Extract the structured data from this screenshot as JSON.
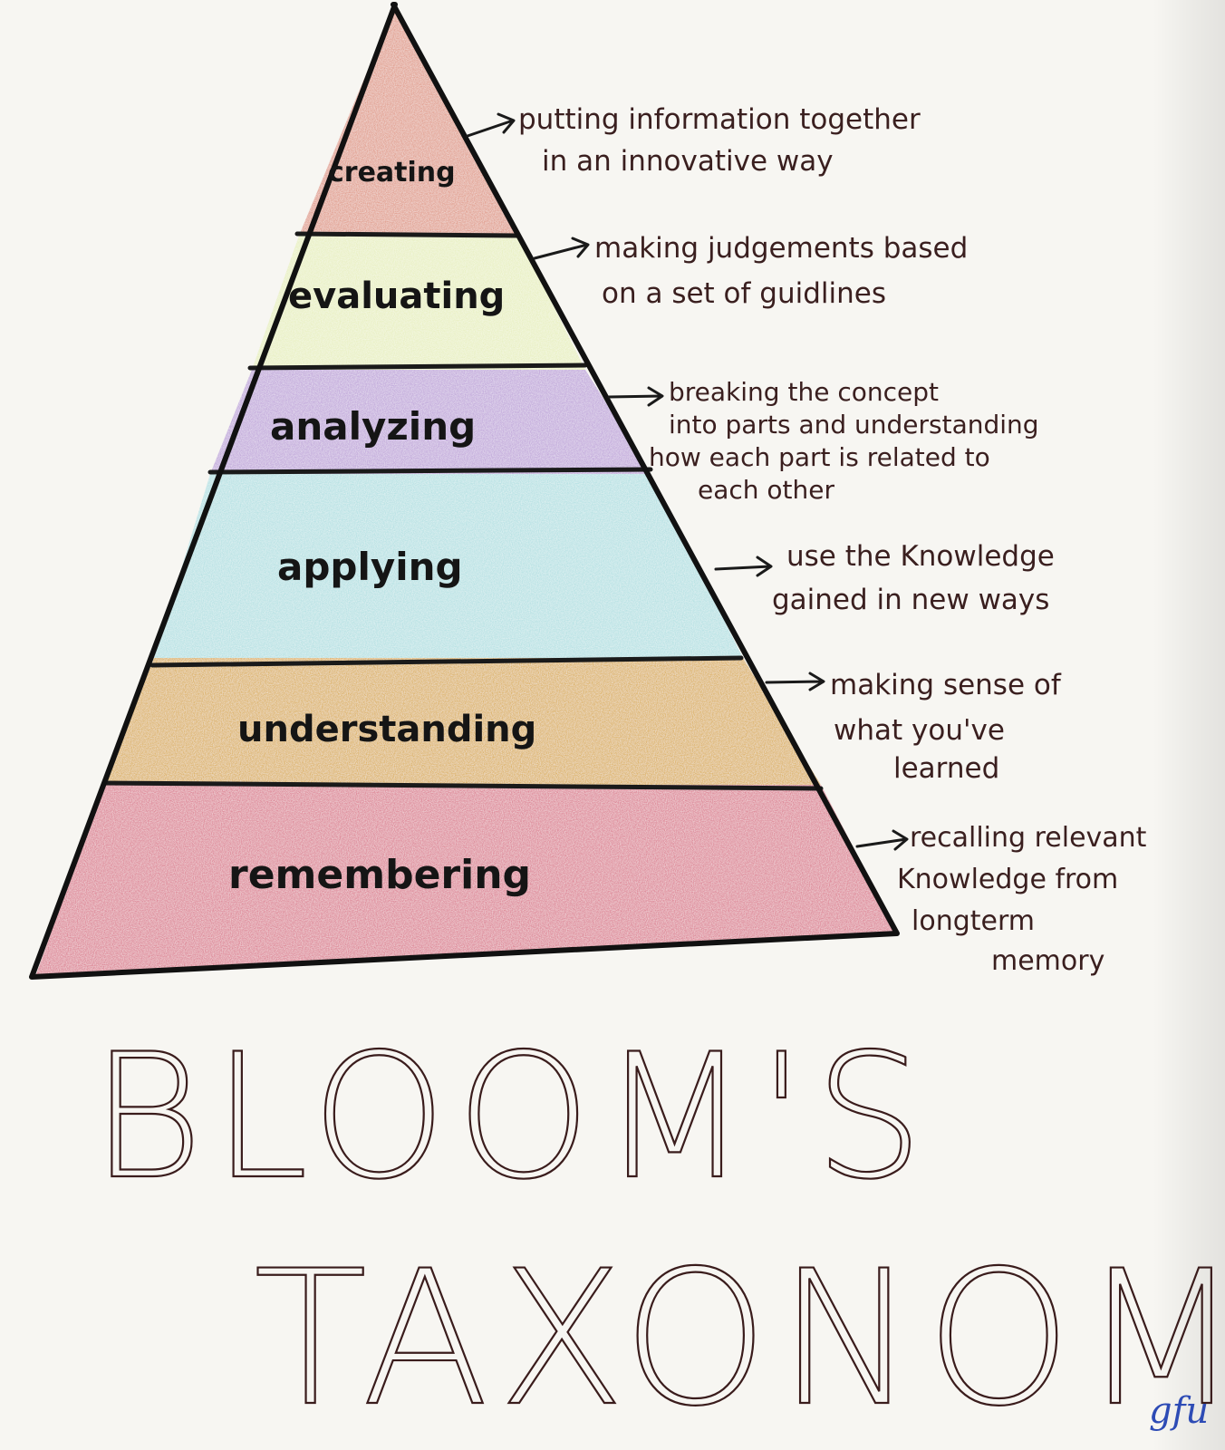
{
  "colors": {
    "creating": "#e2a394",
    "evaluating": "#e9f0c4",
    "analyzing": "#c4acdc",
    "applying": "#b9e2e4",
    "understanding": "#ddb56e",
    "remembering": "#de8c9b",
    "ink": "#3a1f1f"
  },
  "levels": [
    {
      "label": "creating",
      "description": [
        "putting information together",
        "in an innovative way"
      ]
    },
    {
      "label": "evaluating",
      "description": [
        "making judgements based",
        "on a set of guidlines"
      ]
    },
    {
      "label": "analyzing",
      "description": [
        "breaking the concept",
        "into parts and understanding",
        "how each part is related to",
        "each other"
      ]
    },
    {
      "label": "applying",
      "description": [
        "use the Knowledge",
        "gained in new ways"
      ]
    },
    {
      "label": "understanding",
      "description": [
        "making sense of",
        "what you've",
        "learned"
      ]
    },
    {
      "label": "remembering",
      "description": [
        "recalling relevant",
        "Knowledge from",
        "longterm",
        "memory"
      ]
    }
  ],
  "title": {
    "line1": "BLOOM'S",
    "line2": "TAXONOMY!"
  },
  "signature": "gfu"
}
